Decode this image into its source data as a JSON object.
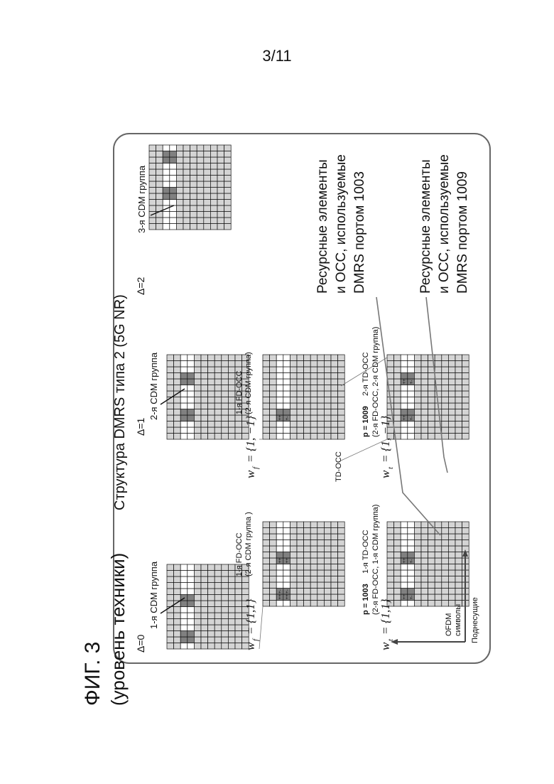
{
  "page_number": "3/11",
  "fig_label": "ФИГ. 3",
  "fig_sub": "(уровень техники)",
  "title": "Структура DMRS типа 2 (5G NR)",
  "deltas": [
    "Δ=0",
    "Δ=1",
    "Δ=2"
  ],
  "cdm_labels": [
    "1-я CDM группа",
    "2-я CDM группа",
    "3-я CDM группа"
  ],
  "wf_left": "= {1,1}",
  "wf_right": "= {1, −1}",
  "wt_left": "= {1,1}",
  "wt_right": "= {1, −1}",
  "w_sub_f": "f",
  "w_sub_t": "t",
  "w_letter": "w",
  "fd_occ_1": "1-я FD-OCC",
  "fd_occ_1_sub": "(2-я CDM группа )",
  "fd_occ_2": "1-я FD-OCC",
  "fd_occ_2_sub": "(2-я CDM группа)",
  "td_occ_mid": "TD-OCC",
  "p1003": "p = 1003",
  "p1003_rest": "1-я TD-OCC",
  "p1003_sub": "(2-я FD-OCC, 1-я CDM группа)",
  "p1009": "p = 1009",
  "p1009_rest": "2-я TD-OCC",
  "p1009_sub": "(2-я FD-OCC, 2-я CDM группа)",
  "legend1": [
    "Ресурсные элементы",
    "и OCC, используемые",
    "DMRS портом 1003"
  ],
  "legend2": [
    "Ресурсные элементы",
    "и OCC, используемые",
    "DMRS портом 1009"
  ],
  "axis_ofdm": [
    "OFDM",
    "символы"
  ],
  "axis_sub": "Поднесущие",
  "colors": {
    "grid_fill": "#d4d4d4",
    "white": "#ffffff",
    "dark": "#808080",
    "line": "#111111",
    "frame": "#666666"
  }
}
